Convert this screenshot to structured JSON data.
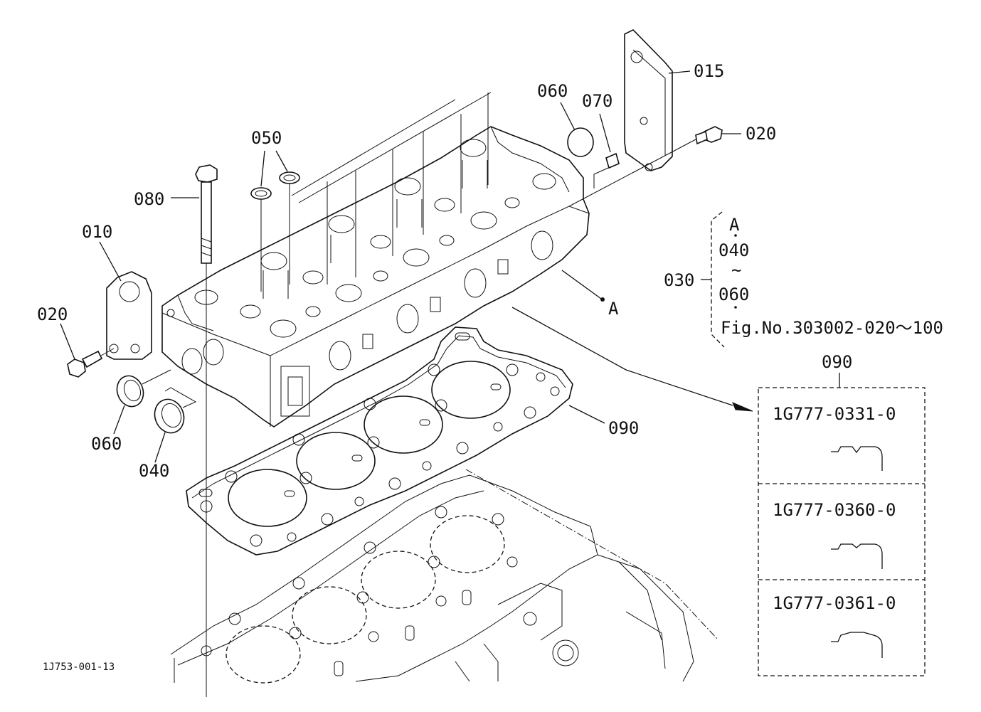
{
  "labels": {
    "p010": "010",
    "p015": "015",
    "p020a": "020",
    "p020b": "020",
    "p040": "040",
    "p050": "050",
    "p060a": "060",
    "p060b": "060",
    "p070": "070",
    "p080": "080",
    "p090a": "090",
    "p090b": "090",
    "marker_a": "A"
  },
  "bracket_030": {
    "label": "030",
    "line1": "A",
    "line2": "040",
    "line3": "~",
    "line4": "060",
    "line5": "Fig.No.303002-020～100"
  },
  "gasket_table": {
    "rows": [
      {
        "part_no": "1G777-0331-0"
      },
      {
        "part_no": "1G777-0360-0"
      },
      {
        "part_no": "1G777-0361-0"
      }
    ]
  },
  "figure_id": "1J753-001-13"
}
